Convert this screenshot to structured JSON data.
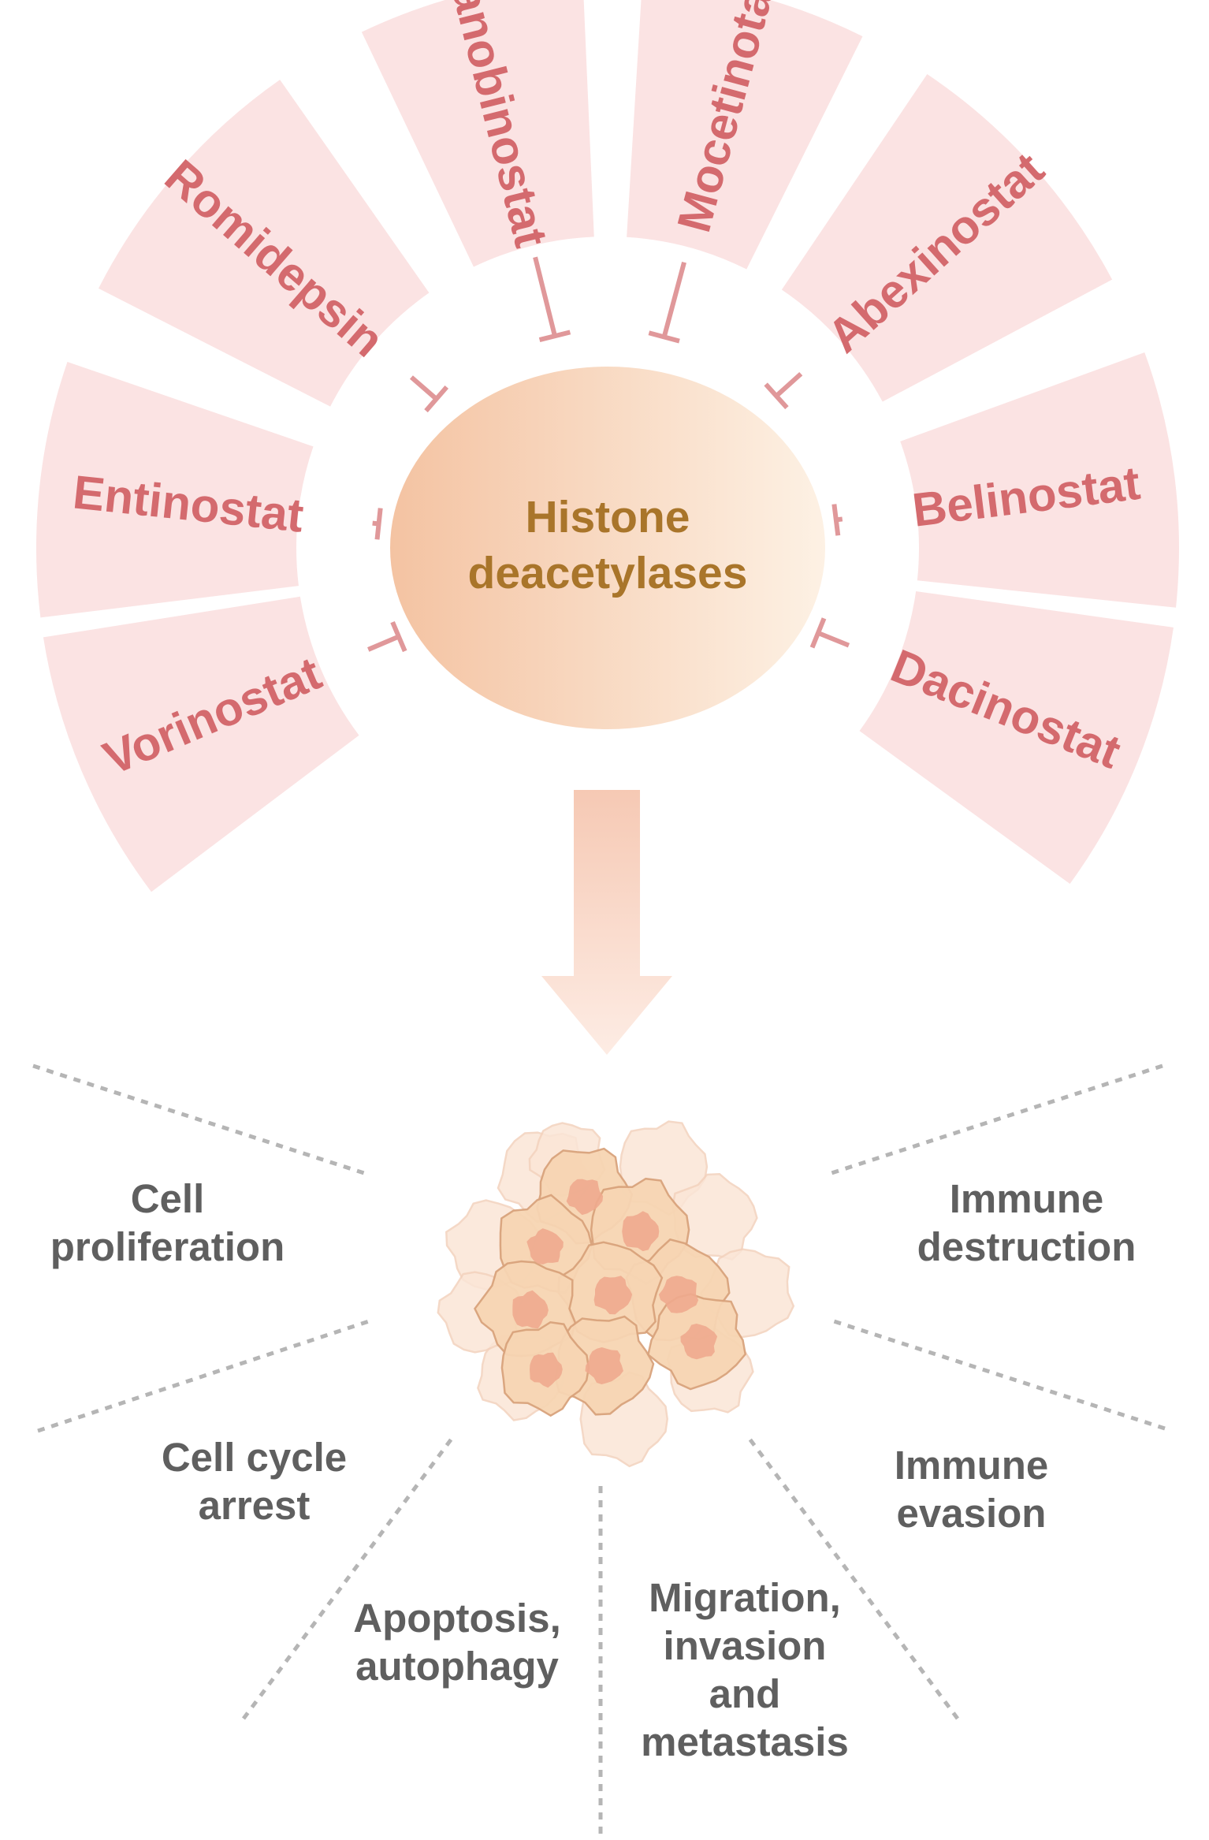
{
  "center": {
    "label_line1": "Histone",
    "label_line2": "deacetylases"
  },
  "drugs": [
    {
      "name": "Panobinostat"
    },
    {
      "name": "Mocetinotat"
    },
    {
      "name": "Romidepsin"
    },
    {
      "name": "Abexinostat"
    },
    {
      "name": "Entinostat"
    },
    {
      "name": "Belinostat"
    },
    {
      "name": "Vorinostat"
    },
    {
      "name": "Dacinostat"
    }
  ],
  "outcomes": [
    {
      "lines": [
        "Cell",
        "proliferation"
      ]
    },
    {
      "lines": [
        "Immune",
        "destruction"
      ]
    },
    {
      "lines": [
        "Cell cycle",
        "arrest"
      ]
    },
    {
      "lines": [
        "Immune",
        "evasion"
      ]
    },
    {
      "lines": [
        "Apoptosis,",
        "autophagy"
      ]
    },
    {
      "lines": [
        "Migration,",
        "invasion",
        "and",
        "metastasis"
      ]
    }
  ],
  "colors": {
    "segment": "#fbe3e3",
    "drug_text": "#d46a6e",
    "inhibitor_line": "#e0989a",
    "center_text": "#a9752a",
    "outcome_text": "#5f5f5f",
    "dotted_line": "#b5b5b5"
  }
}
